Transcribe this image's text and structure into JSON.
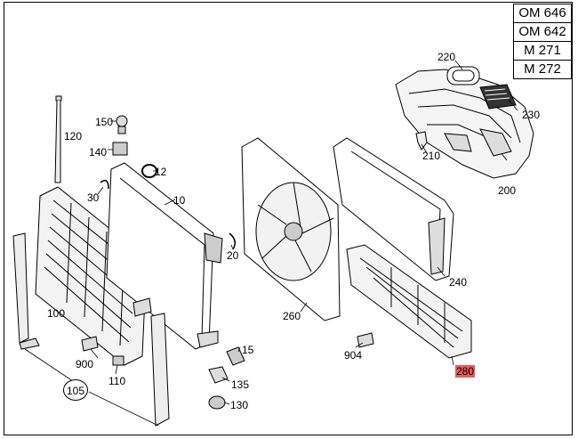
{
  "engines": [
    "OM 646",
    "OM 642",
    "M 271",
    "M 272"
  ],
  "labels": {
    "p220": "220",
    "p230": "230",
    "p210": "210",
    "p200": "200",
    "p150": "150",
    "p140": "140",
    "p120": "120",
    "p12": "12",
    "p30": "30",
    "p10": "10",
    "p20": "20",
    "p240": "240",
    "p100": "100",
    "p260": "260",
    "p15": "15",
    "p900": "900",
    "p110": "110",
    "p904": "904",
    "p280": "280",
    "p135": "135",
    "p130": "130",
    "p105": "105"
  },
  "colors": {
    "highlight": "#e85a5a",
    "line": "#000000"
  }
}
